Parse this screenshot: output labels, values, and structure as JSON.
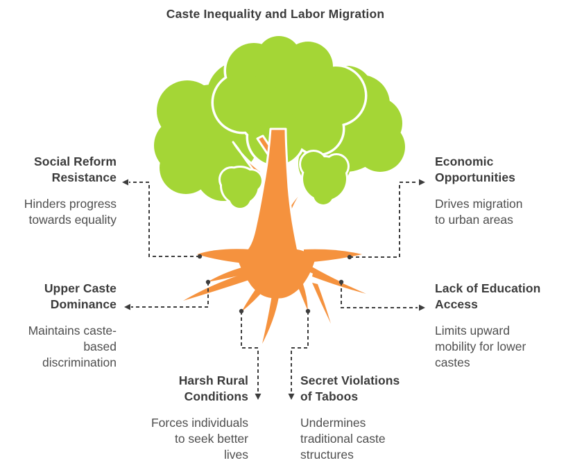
{
  "title": "Caste Inequality and Labor Migration",
  "colors": {
    "background": "#ffffff",
    "canopy": "#a4d636",
    "trunk": "#f5923e",
    "connector": "#3c3c3c",
    "heading_text": "#3b3b3b",
    "body_text": "#4e4e4e"
  },
  "callouts": [
    {
      "id": "social-reform-resistance",
      "heading": "Social Reform\nResistance",
      "body": "Hinders progress\ntowards equality",
      "side": "left-top"
    },
    {
      "id": "economic-opportunities",
      "heading": "Economic\nOpportunities",
      "body": "Drives migration\nto urban areas",
      "side": "right-top"
    },
    {
      "id": "upper-caste-dominance",
      "heading": "Upper Caste\nDominance",
      "body": "Maintains caste-\nbased\ndiscrimination",
      "side": "left-middle"
    },
    {
      "id": "lack-of-education-access",
      "heading": "Lack of Education\nAccess",
      "body": "Limits upward\nmobility for lower\ncastes",
      "side": "right-middle"
    },
    {
      "id": "harsh-rural-conditions",
      "heading": "Harsh Rural\nConditions",
      "body": "Forces individuals\nto seek better\nlives",
      "side": "bottom-left"
    },
    {
      "id": "secret-violations-of-taboos",
      "heading": "Secret Violations\nof Taboos",
      "body": "Undermines\ntraditional caste\nstructures",
      "side": "bottom-right"
    }
  ],
  "illustration": {
    "description": "Tree with green canopy, orange trunk and exposed roots; dashed connectors link root tips and canopy to six labels"
  }
}
